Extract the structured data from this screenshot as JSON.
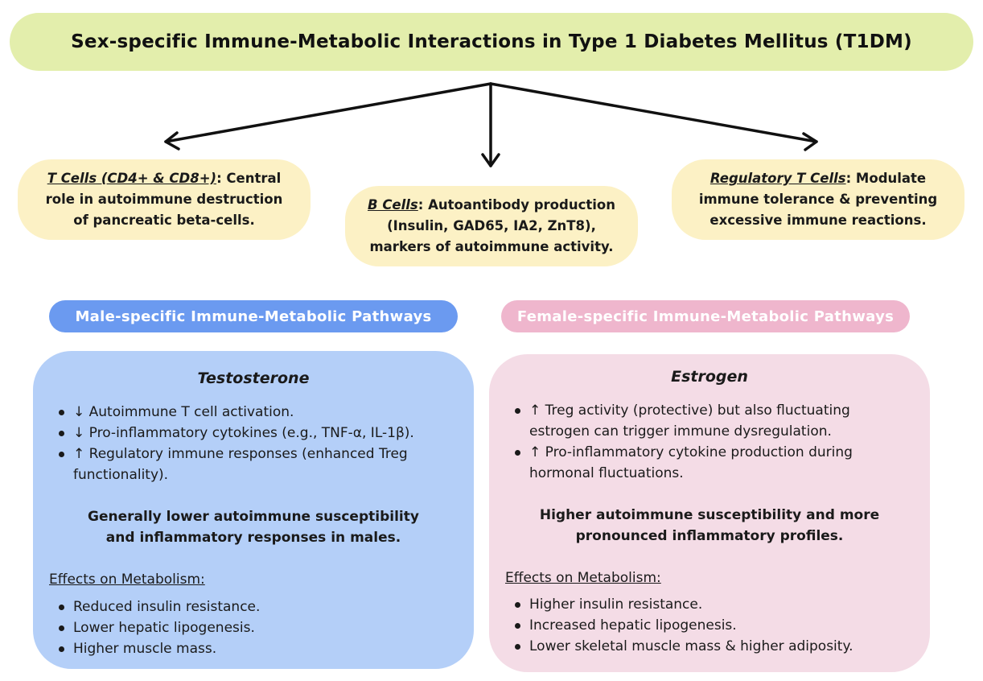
{
  "title": "Sex-specific Immune-Metabolic Interactions in Type 1 Diabetes Mellitus (T1DM)",
  "cells": {
    "tcells": {
      "term": "T Cells (CD4+ & CD8+)",
      "text_l1": ": Central",
      "text_l2": "role in autoimmune destruction",
      "text_l3": "of pancreatic beta-cells."
    },
    "bcells": {
      "term": "B Cells",
      "text_l1": ": Autoantibody production",
      "text_l2": "(Insulin, GAD65, IA2, ZnT8),",
      "text_l3": "markers of autoimmune activity."
    },
    "tregs": {
      "term": "Regulatory T Cells",
      "text_l1": ": Modulate",
      "text_l2": "immune tolerance & preventing",
      "text_l3": "excessive immune reactions."
    }
  },
  "male": {
    "pill": "Male-specific Immune-Metabolic Pathways",
    "hormone": "Testosterone",
    "bullets": [
      "↓ Autoimmune T cell activation.",
      "↓ Pro-inflammatory cytokines (e.g., TNF-α, IL-1β).",
      "↑ Regulatory immune responses (enhanced Treg",
      "functionality)."
    ],
    "conclusion_l1": "Generally lower autoimmune susceptibility",
    "conclusion_l2": "and inflammatory responses in males.",
    "effects_title": "Effects on Metabolism:",
    "effects": [
      "Reduced insulin resistance.",
      "Lower hepatic lipogenesis.",
      "Higher muscle mass."
    ]
  },
  "female": {
    "pill": "Female-specific Immune-Metabolic Pathways",
    "hormone": "Estrogen",
    "bullets": [
      "↑ Treg activity (protective) but also fluctuating",
      "estrogen can trigger immune dysregulation.",
      "↑ Pro-inflammatory cytokine production during",
      "hormonal fluctuations."
    ],
    "conclusion_l1": "Higher autoimmune susceptibility and more",
    "conclusion_l2": "pronounced inflammatory profiles.",
    "effects_title": "Effects on Metabolism:",
    "effects": [
      "Higher insulin resistance.",
      "Increased hepatic lipogenesis.",
      "Lower skeletal muscle mass & higher adiposity."
    ]
  }
}
